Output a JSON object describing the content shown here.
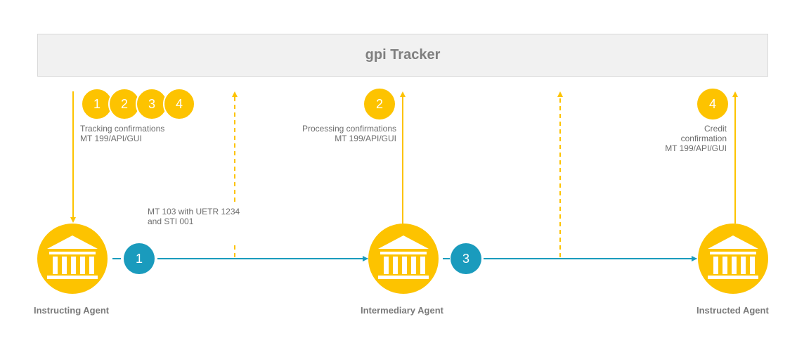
{
  "tracker": {
    "title": "gpi Tracker"
  },
  "colors": {
    "yellow": "#fdc300",
    "teal": "#1a9bbd",
    "gray_text": "#6d6d6d",
    "box_bg": "#f1f1f1"
  },
  "agents": [
    {
      "name": "Instructing  Agent",
      "icon": "bank-icon"
    },
    {
      "name": "Intermediary Agent",
      "icon": "bank-icon"
    },
    {
      "name": "Instructed  Agent",
      "icon": "bank-icon"
    }
  ],
  "step_badges": {
    "instructing": [
      "1",
      "2",
      "3",
      "4"
    ],
    "intermediary": "2",
    "instructed": "4",
    "flow_first": "1",
    "flow_second": "3"
  },
  "labels": {
    "tracking": [
      "Tracking confirmations",
      "MT  199/API/GUI"
    ],
    "message": [
      "MT  103 with UETR 1234",
      "and STI 001"
    ],
    "processing": [
      "Processing confirmations",
      "MT  199/API/GUI"
    ],
    "credit": [
      "Credit",
      "confirmation",
      "MT  199/API/GUI"
    ]
  }
}
